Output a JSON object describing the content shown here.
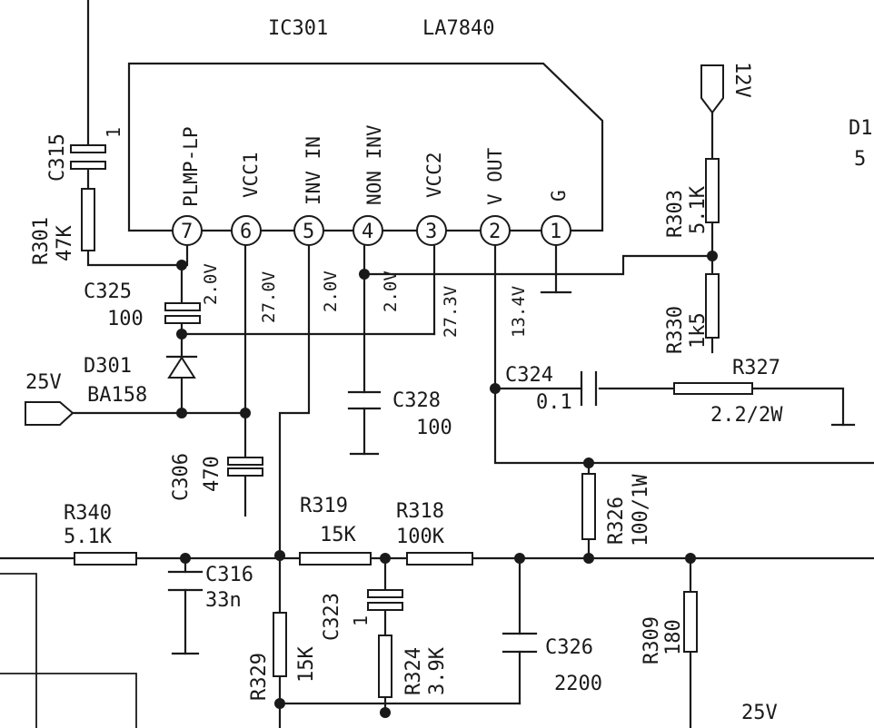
{
  "ic": {
    "designator": "IC301",
    "part": "LA7840"
  },
  "pins": [
    {
      "num": "7",
      "name": "PLMP-LP",
      "voltage": "2.0V"
    },
    {
      "num": "6",
      "name": "VCC1",
      "voltage": "27.0V"
    },
    {
      "num": "5",
      "name": "INV IN",
      "voltage": "2.0V"
    },
    {
      "num": "4",
      "name": "NON INV",
      "voltage": "2.0V"
    },
    {
      "num": "3",
      "name": "VCC2",
      "voltage": "27.3V"
    },
    {
      "num": "2",
      "name": "V OUT",
      "voltage": "13.4V"
    },
    {
      "num": "1",
      "name": "G"
    }
  ],
  "components": {
    "c315": {
      "ref": "C315",
      "value": "1"
    },
    "r301": {
      "ref": "R301",
      "value": "47K"
    },
    "c325": {
      "ref": "C325",
      "value": "100"
    },
    "d301": {
      "ref": "D301",
      "value": "BA158"
    },
    "c306": {
      "ref": "C306",
      "value": "470"
    },
    "c328": {
      "ref": "C328",
      "value": "100"
    },
    "c324": {
      "ref": "C324",
      "value": "0.1"
    },
    "r327": {
      "ref": "R327",
      "value": "2.2/2W"
    },
    "r303": {
      "ref": "R303",
      "value": "5.1K"
    },
    "r330": {
      "ref": "R330",
      "value": "1k5"
    },
    "r326": {
      "ref": "R326",
      "value": "100/1W"
    },
    "r340": {
      "ref": "R340",
      "value": "5.1K"
    },
    "c316": {
      "ref": "C316",
      "value": "33n"
    },
    "r319": {
      "ref": "R319",
      "value": "15K"
    },
    "r318": {
      "ref": "R318",
      "value": "100K"
    },
    "c323": {
      "ref": "C323",
      "value": "1"
    },
    "r324": {
      "ref": "R324",
      "value": "3.9K"
    },
    "c326": {
      "ref": "C326",
      "value": "2200"
    },
    "r329": {
      "ref": "R329",
      "value": "15K"
    },
    "r309": {
      "ref": "R309",
      "value": "180"
    }
  },
  "supplies": {
    "v12": "12V",
    "v25_left": "25V",
    "v25_bottom": "25V"
  },
  "partial": {
    "d1_ref": "D1",
    "d1_value": "5"
  }
}
